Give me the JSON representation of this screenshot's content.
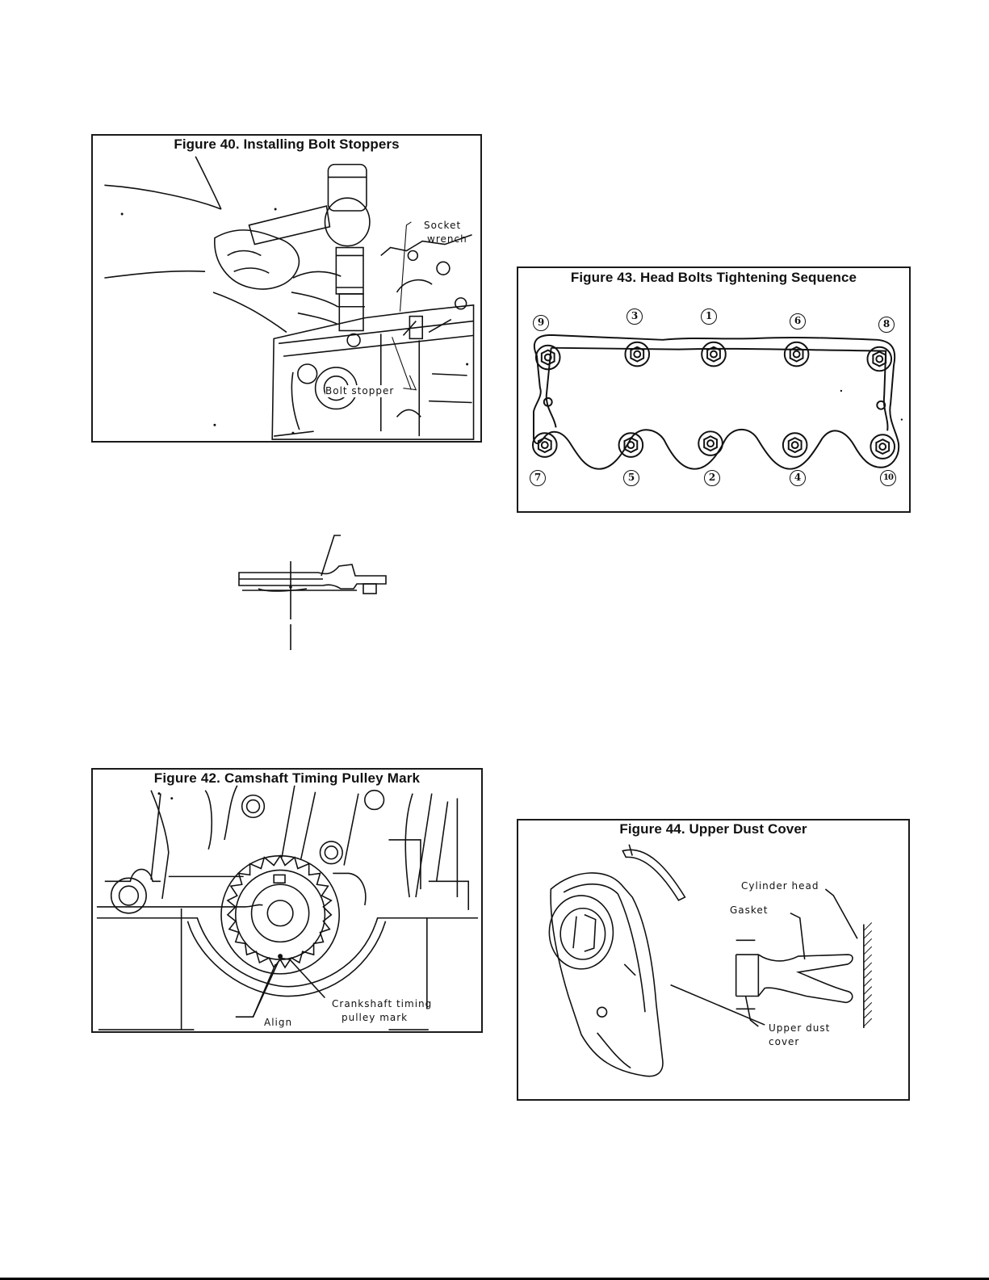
{
  "figures": {
    "fig40": {
      "title": "Figure 40. Installing Bolt Stoppers",
      "callouts": {
        "socket_wrench_1": "Socket",
        "socket_wrench_2": "wrench",
        "bolt_stopper": "Bolt stopper"
      }
    },
    "fig43": {
      "title": "Figure 43. Head Bolts Tightening Sequence",
      "sequence_top": [
        "9",
        "3",
        "1",
        "6",
        "8"
      ],
      "sequence_bottom": [
        "7",
        "5",
        "2",
        "4",
        "10"
      ]
    },
    "fig42": {
      "title": "Figure 42.  Camshaft Timing Pulley Mark",
      "callouts": {
        "crank_mark_1": "Crankshaft timing",
        "crank_mark_2": "pulley mark",
        "align": "Align"
      }
    },
    "fig44": {
      "title": "Figure 44. Upper Dust Cover",
      "callouts": {
        "cylinder_head": "Cylinder head",
        "gasket": "Gasket",
        "upper_dust_1": "Upper dust",
        "upper_dust_2": "cover"
      }
    }
  }
}
